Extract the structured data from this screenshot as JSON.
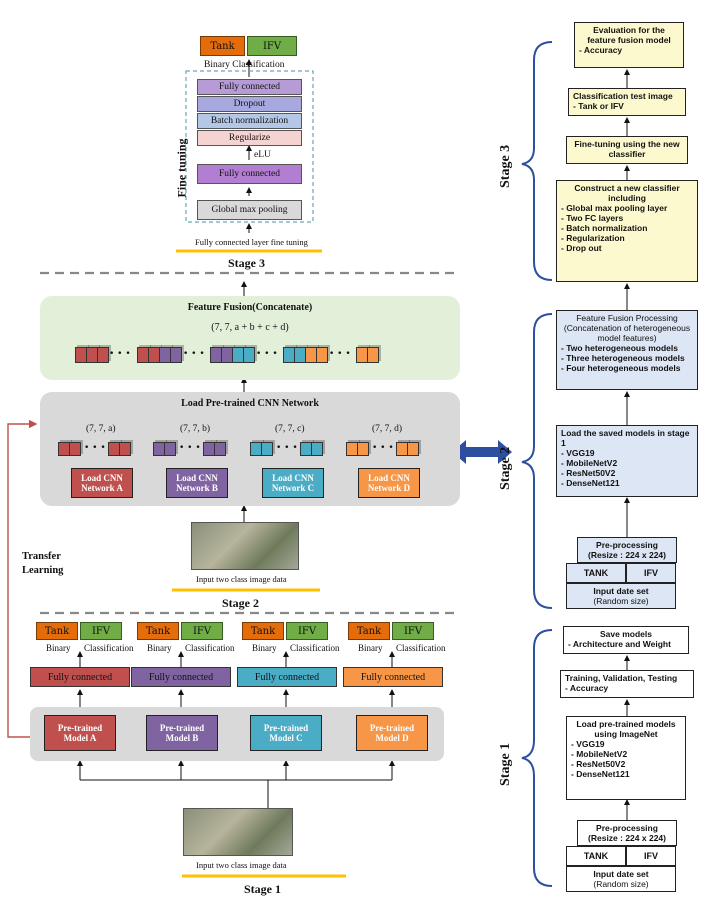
{
  "stage3_left": {
    "tank": "Tank",
    "ifv": "IFV",
    "binary_classification": "Binary Classification",
    "layers": [
      "Fully connected",
      "Dropout",
      "Batch normalization",
      "Regularize"
    ],
    "elu": "eLU",
    "fc2": "Fully connected",
    "gmp": "Global max pooling",
    "caption": "Fully connected layer fine tuning",
    "fine_tuning": "Fine tuning",
    "stage_label": "Stage 3"
  },
  "fusion": {
    "title": "Feature Fusion(Concatenate)",
    "dims": "(7, 7, a + b + c +  d)"
  },
  "load_cnn": {
    "title": "Load Pre-trained CNN Network",
    "dims": [
      "(7, 7, a)",
      "(7, 7, b)",
      "(7, 7, c)",
      "(7, 7, d)"
    ],
    "buttons": [
      "Load CNN Network A",
      "Load CNN Network B",
      "Load CNN Network C",
      "Load CNN Network D"
    ],
    "caption": "Input two class image data",
    "stage_label": "Stage 2"
  },
  "transfer": "Transfer Learning",
  "stage1_left": {
    "tank": "Tank",
    "ifv": "IFV",
    "binary": "Binary",
    "classification": "Classification",
    "fc": "Fully connected",
    "models": [
      "Pre-trained Model A",
      "Pre-trained Model B",
      "Pre-trained Model C",
      "Pre-trained Model D"
    ],
    "caption": "Input two class image data",
    "stage_label": "Stage 1"
  },
  "right": {
    "stage3_label": "Stage 3",
    "stage2_label": "Stage 2",
    "stage1_label": "Stage 1",
    "eval_title": "Evaluation for the feature fusion model",
    "eval_item": "- Accuracy",
    "cls_title": "Classification test image",
    "cls_item": "- Tank or IFV",
    "ft_title": "Fine-tuning using the new classifier",
    "construct_title": "Construct a new classifier including",
    "construct_items": [
      "- Global max pooling layer",
      "- Two FC layers",
      "- Batch normalization",
      "- Regularization",
      "- Drop out"
    ],
    "ffp_title": "Feature Fusion Processing (Concatenation of heterogeneous model features)",
    "ffp_items": [
      "- Two heterogeneous models",
      "- Three heterogeneous models",
      "- Four heterogeneous models"
    ],
    "load_saved_title": "Load the saved models in stage 1",
    "load_saved_items": [
      "- VGG19",
      "- MobileNetV2",
      "- ResNet50V2",
      "- DenseNet121"
    ],
    "pre2_title": "Pre-processing",
    "pre2_sub": "(Resize : 224 x 224)",
    "tank": "TANK",
    "ifv": "IFV",
    "input_title": "Input date set",
    "input_sub": "(Random size)",
    "save_title": "Save models",
    "save_item": "- Architecture and Weight",
    "train_title": "Training, Validation, Testing",
    "train_item": "- Accuracy",
    "loadpre_title": "Load pre-trained models using ImageNet",
    "loadpre_items": [
      "- VGG19",
      "- MobileNetV2",
      "- ResNet50V2",
      "- DenseNet121"
    ],
    "pre1_title": "Pre-processing",
    "pre1_sub": "(Resize : 224 x 224)"
  },
  "colors": {
    "red": "#c0504d",
    "purple": "#8064a2",
    "cyan": "#4bacc6",
    "orange": "#f79646",
    "tank_orange": "#e46c0a",
    "ifv_green": "#70ad47",
    "fusion_bg": "#e2efd9",
    "gray_bg": "#d9d9d9",
    "yellow": "#fdf9cf",
    "blue_box": "#dde6f4",
    "arrow_blue": "#2e4fa0",
    "stage_bar": "#ffc000"
  }
}
